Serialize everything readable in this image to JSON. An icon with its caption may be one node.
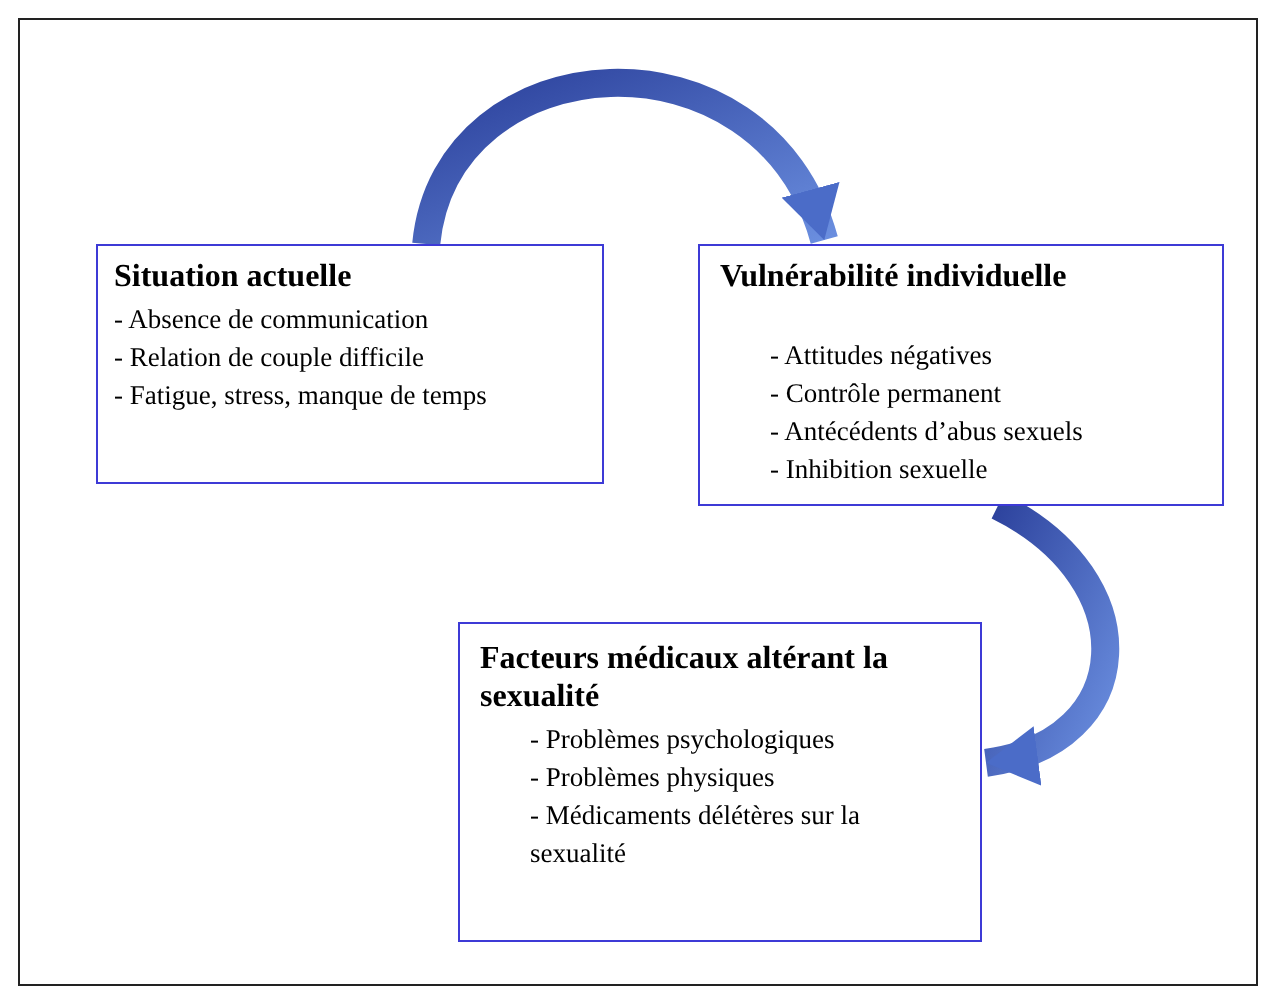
{
  "diagram": {
    "nodes": [
      {
        "text": [
          "Situation actuelle",
          "- Absence de communication",
          "- Relation de couple difficile",
          "- Fatigue, stress, manque de temps"
        ]
      },
      {
        "text": [
          "Vulnérabilité  individuelle",
          "- Attitudes négatives",
          "- Contrôle permanent",
          "- Antécédents d’abus sexuels",
          "- Inhibition sexuelle"
        ]
      },
      {
        "text": [
          "Facteurs médicaux altérant la sexualité",
          "- Problèmes psychologiques",
          "- Problèmes physiques",
          "- Médicaments délétères sur la sexualité"
        ]
      }
    ],
    "edges": [
      {
        "from": 0,
        "to": 1,
        "arrow": "to",
        "style": "thick"
      },
      {
        "from": 1,
        "to": 2,
        "arrow": "to",
        "style": "thick"
      }
    ]
  }
}
